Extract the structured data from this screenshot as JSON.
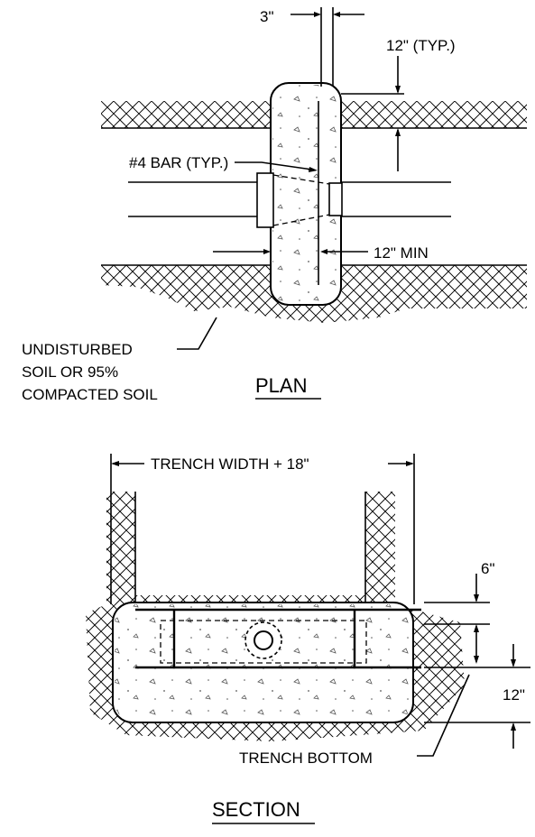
{
  "plan": {
    "dim_3": "3\"",
    "dim_12_typ": "12\" (TYP.)",
    "bar_label": "#4 BAR (TYP.)",
    "dim_12_min": "12\" MIN",
    "soil_line1": "UNDISTURBED",
    "soil_line2": "SOIL OR 95%",
    "soil_line3": "COMPACTED SOIL",
    "title": "PLAN"
  },
  "section": {
    "trench_width": "TRENCH WIDTH + 18\"",
    "dim_6": "6\"",
    "dim_12": "12\"",
    "trench_bottom": "TRENCH BOTTOM",
    "title": "SECTION"
  }
}
